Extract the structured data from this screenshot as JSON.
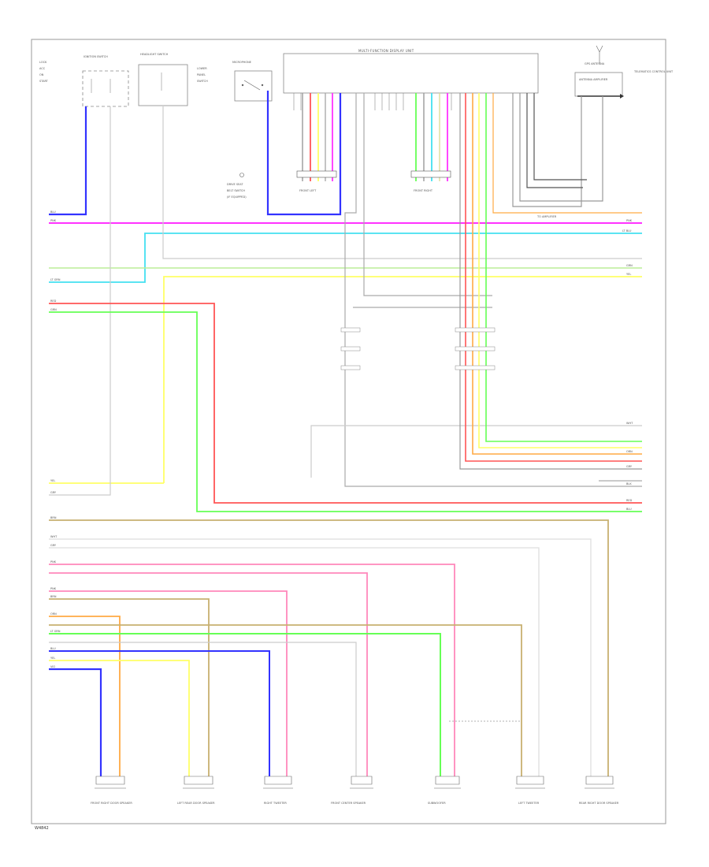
{
  "diagram": {
    "page_code": "W4842",
    "top_components": [
      {
        "id": "ign",
        "label": "IGNITION SWITCH"
      },
      {
        "id": "light",
        "label": "HEADLIGHT SWITCH"
      },
      {
        "id": "mic",
        "label": "MICROPHONE"
      },
      {
        "id": "mfd",
        "label": "MULTI-FUNCTION DISPLAY UNIT"
      },
      {
        "id": "tcu",
        "label": "TELEMATICS CONTROL UNIT"
      },
      {
        "id": "antenna",
        "label": "ANTENNA AMPLIFIER"
      },
      {
        "id": "gps",
        "label": "GPS ANTENNA"
      }
    ],
    "connectors": [
      {
        "id": "c1",
        "label": "FRONT LEFT"
      },
      {
        "id": "c2",
        "label": "FRONT RIGHT"
      },
      {
        "id": "bus",
        "label": "TO AMPLIFIER"
      }
    ],
    "speakers": [
      {
        "id": "frd",
        "label": "FRONT RIGHT DOOR SPEAKER"
      },
      {
        "id": "lrd",
        "label": "LEFT REAR DOOR SPEAKER"
      },
      {
        "id": "rtw",
        "label": "RIGHT TWEETER"
      },
      {
        "id": "fcs",
        "label": "FRONT CENTER SPEAKER"
      },
      {
        "id": "sub",
        "label": "SUBWOOFER"
      },
      {
        "id": "ltw",
        "label": "LEFT TWEETER"
      },
      {
        "id": "rrd",
        "label": "REAR RIGHT DOOR SPEAKER"
      }
    ],
    "left_wire_labels": [
      "BLU",
      "PNK",
      "LT GRN",
      "RED",
      "GRN",
      "YEL",
      "GRY",
      "WHT",
      "BRN",
      "PNK",
      "GRY",
      "BRN",
      "ORN",
      "LT GRN",
      "BLU",
      "YEL",
      "PNK",
      "VIO"
    ],
    "right_wire_labels": [
      "PNK",
      "LT BLU",
      "GRN",
      "YEL",
      "WHT",
      "GRY",
      "ORN",
      "RED",
      "BLK",
      "BLU"
    ],
    "colors": {
      "blue": "#3333ff",
      "magenta": "#ff33ff",
      "cyan": "#44e0f0",
      "yellow": "#ffff66",
      "green": "#66ff55",
      "red": "#ff5555",
      "tan": "#c8b070",
      "orange": "#ffaa44",
      "pink": "#ff88bb",
      "gray": "#aaaaaa",
      "lightgray": "#cccccc",
      "black": "#333333"
    }
  }
}
